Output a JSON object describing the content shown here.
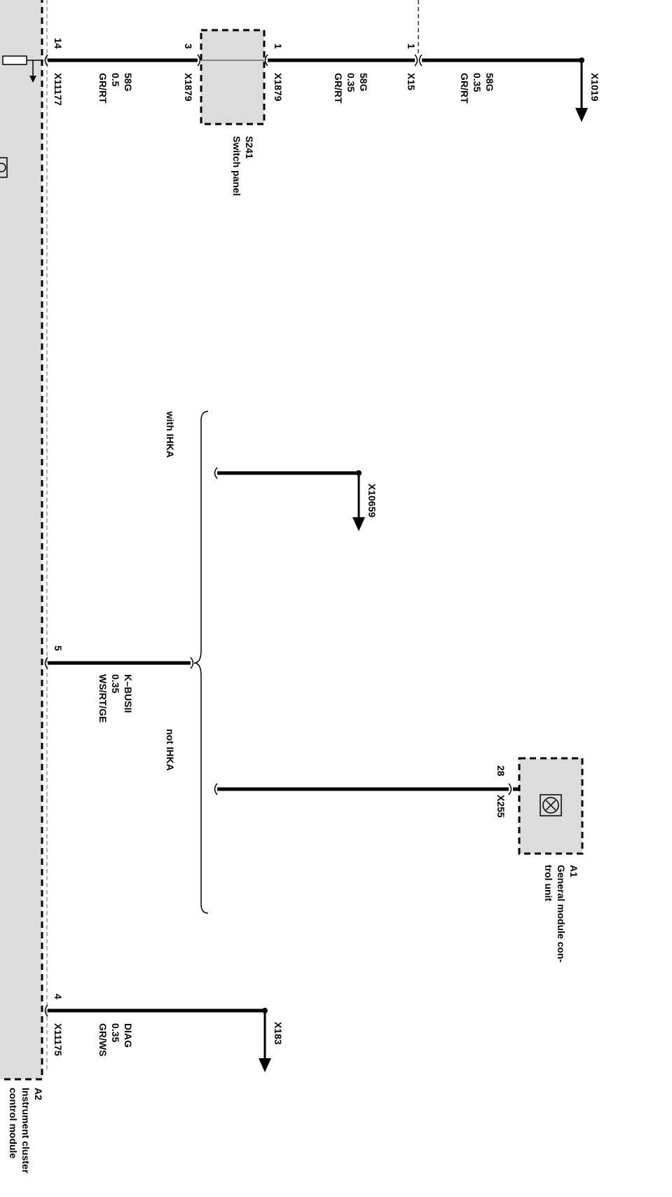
{
  "components": {
    "a2": {
      "id": "A2",
      "line1": "Instrument cluster",
      "line2": "control module"
    },
    "s241": {
      "id": "S241",
      "name": "Switch panel"
    },
    "a1": {
      "id": "A1",
      "line1": "General module con-",
      "line2": "trol unit"
    }
  },
  "pins": {
    "a2_14": "14",
    "a2_5": "5",
    "a2_4": "4",
    "s241_3": "3",
    "s241_1": "1",
    "x15_1": "1",
    "a1_28": "28"
  },
  "connectors": {
    "x11177": "X11177",
    "x1879_left": "X1879",
    "x1879_right": "X1879",
    "x15": "X15",
    "x1019": "X1019",
    "x10659": "X10659",
    "x255": "X255",
    "x11175": "X11175",
    "x183": "X183"
  },
  "wires": {
    "w1": {
      "signal": "58G",
      "size": "0.5",
      "color": "GR/RT"
    },
    "w2": {
      "signal": "58G",
      "size": "0.35",
      "color": "GR/RT"
    },
    "w3": {
      "signal": "58G",
      "size": "0.35",
      "color": "GR/RT"
    },
    "w4": {
      "signal": "K–BUSII",
      "size": "0.35",
      "color": "WS/RT/GE"
    },
    "w5": {
      "signal": "DIAG",
      "size": "0.35",
      "color": "GR/WS"
    }
  },
  "options": {
    "with": "with IHKA",
    "not": "not IHKA"
  }
}
